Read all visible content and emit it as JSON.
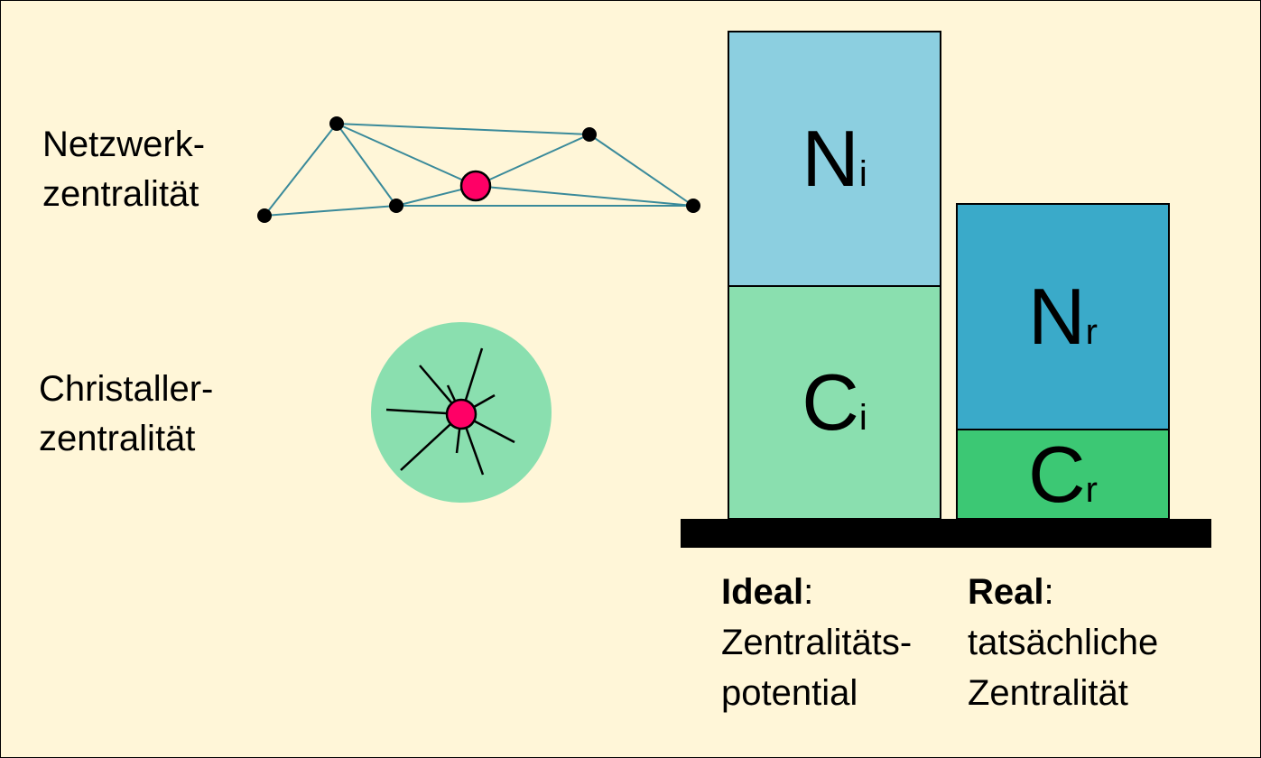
{
  "labels": {
    "network": [
      "Netzwerk-",
      "zentralität"
    ],
    "christaller": [
      "Christaller-",
      "zentralität"
    ]
  },
  "blocks": {
    "ideal_n": {
      "main": "N",
      "sub": "i",
      "color": "#8ccfe0"
    },
    "ideal_c": {
      "main": "C",
      "sub": "i",
      "color": "#8adfaf"
    },
    "real_n": {
      "main": "N",
      "sub": "r",
      "color": "#3aaac9"
    },
    "real_c": {
      "main": "C",
      "sub": "r",
      "color": "#3cc874"
    }
  },
  "captions": {
    "ideal": {
      "title": "Ideal",
      "colon": ":",
      "lines": [
        "Zentralitäts-",
        "potential"
      ]
    },
    "real": {
      "title": "Real",
      "colon": ":",
      "lines": [
        "tatsächliche",
        "Zentralität"
      ]
    }
  },
  "colors": {
    "background": "#fff6d8",
    "edge": "#3a8a9a",
    "center_node": "#ff0066",
    "halo": "#8adfaf"
  }
}
